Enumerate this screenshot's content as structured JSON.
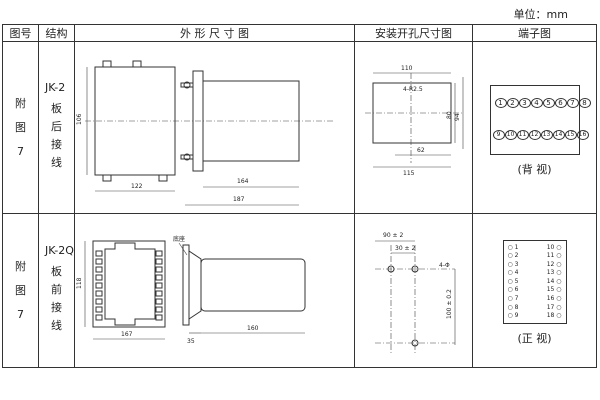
{
  "unit_label": "单位：mm",
  "headers": {
    "fig_no": "图号",
    "structure": "结构",
    "outline": "外 形 尺 寸 图",
    "mounting": "安装开孔尺寸图",
    "terminal": "端子图"
  },
  "rows": [
    {
      "fig_chars": [
        "附",
        "图",
        "7"
      ],
      "model": "JK-2",
      "desc_chars": [
        "板",
        "后",
        "接",
        "线"
      ],
      "dims": {
        "height": "106",
        "side_width": "122",
        "depth_a": "164",
        "depth_total": "187",
        "cut_w": "110",
        "holes": "4-R2.5",
        "cut_h1": "80",
        "cut_h2": "94",
        "cut_x": "62",
        "cut_w2": "115"
      },
      "terminals_top": [
        "1",
        "2",
        "3",
        "4",
        "5",
        "6",
        "7",
        "8"
      ],
      "terminals_bottom": [
        "9",
        "10",
        "11",
        "12",
        "13",
        "14",
        "15",
        "16"
      ],
      "view_label": "(背 视)"
    },
    {
      "fig_chars": [
        "附",
        "图",
        "7"
      ],
      "model": "JK-2Q",
      "desc_chars": [
        "板",
        "前",
        "接",
        "线"
      ],
      "dims": {
        "front_height": "118",
        "front_width": "167",
        "side_label": "底座",
        "side_a": "35",
        "side_b": "160",
        "cut_a": "90 ± 2",
        "cut_b": "30 ± 2",
        "holes": "4-Φ",
        "cut_v": "100 ± 0.2"
      },
      "terminals_left": [
        "1",
        "2",
        "3",
        "4",
        "5",
        "6",
        "7",
        "8",
        "9"
      ],
      "terminals_right": [
        "10",
        "11",
        "12",
        "13",
        "14",
        "15",
        "16",
        "17",
        "18"
      ],
      "view_label": "(正 视)"
    }
  ]
}
